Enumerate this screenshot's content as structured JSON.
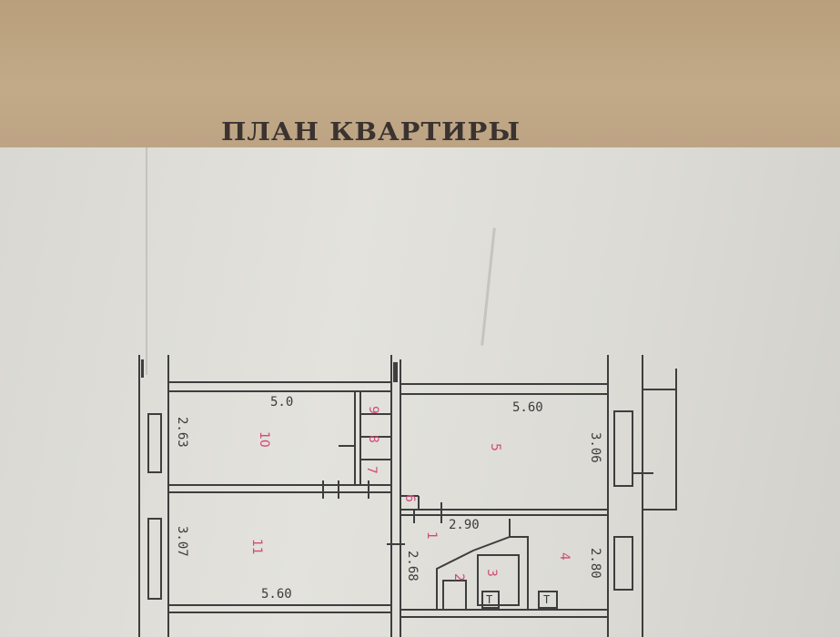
{
  "title": "ПЛАН КВАРТИРЫ",
  "dimensions": {
    "top_left_width": "5.0",
    "top_left_height": "2.63",
    "top_right_width": "5.60",
    "top_right_height": "3.06",
    "mid_center_width": "2.90",
    "mid_center_height": "2.68",
    "mid_right_height": "2.80",
    "bottom_left_width": "5.60",
    "bottom_left_height": "3.07"
  },
  "rooms": {
    "r10": "10",
    "r9": "9",
    "r8": "8",
    "r7": "7",
    "r5": "5",
    "r6": "6",
    "r1": "1",
    "r2": "2",
    "r3": "3",
    "r4": "4",
    "r11": "11"
  },
  "fixtures": {
    "t1": "T",
    "t2": "T"
  }
}
